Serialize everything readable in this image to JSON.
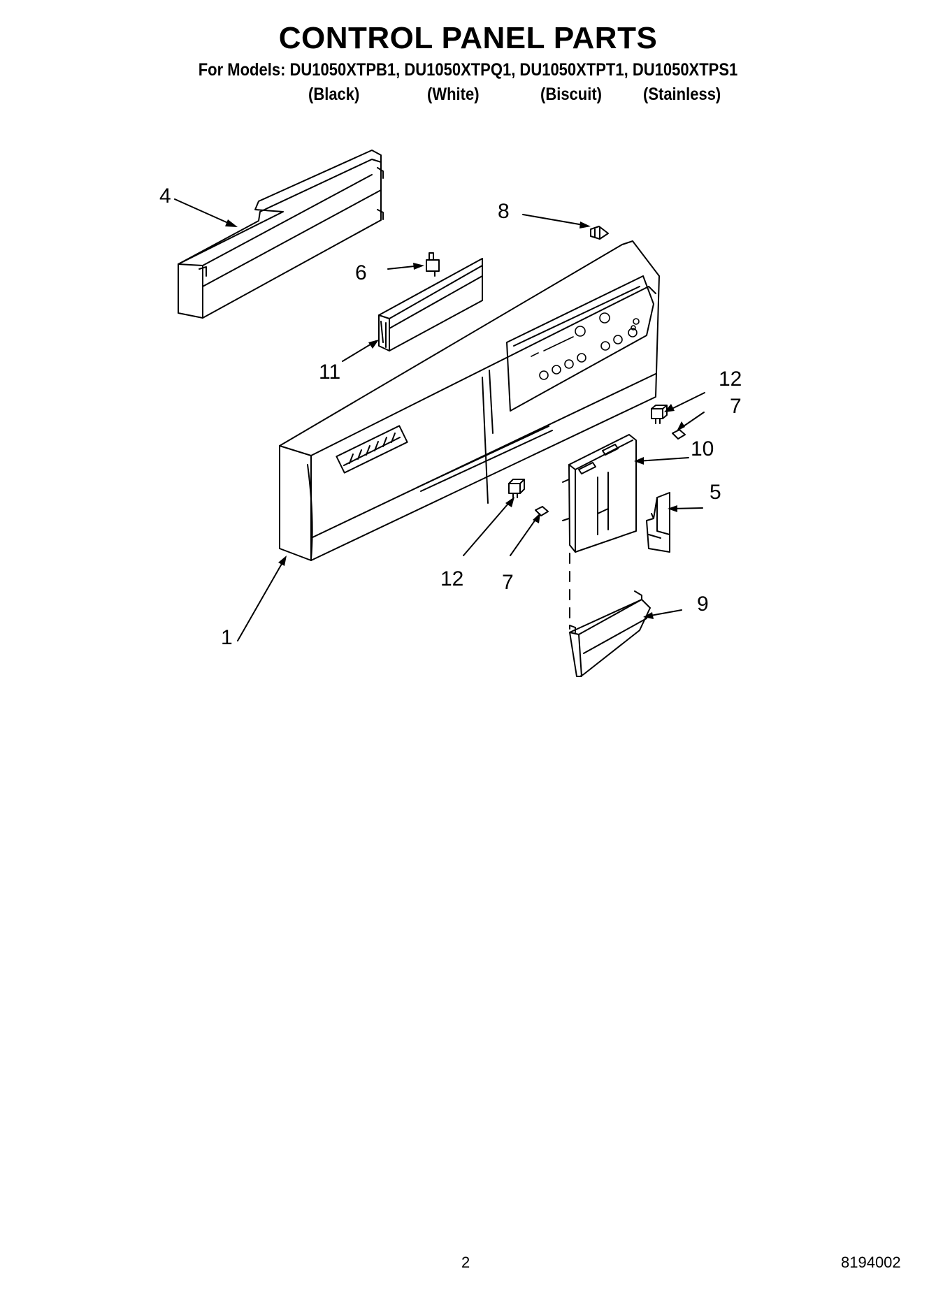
{
  "header": {
    "title": "CONTROL PANEL PARTS",
    "models_line": "For Models: DU1050XTPB1, DU1050XTPQ1, DU1050XTPT1, DU1050XTPS1",
    "colors": [
      "(Black)",
      "(White)",
      "(Biscuit)",
      "(Stainless)"
    ]
  },
  "callouts": [
    "4",
    "8",
    "6",
    "11",
    "12",
    "7",
    "10",
    "5",
    "12",
    "7",
    "9",
    "1"
  ],
  "footer": {
    "page_number": "2",
    "document_number": "8194002"
  }
}
